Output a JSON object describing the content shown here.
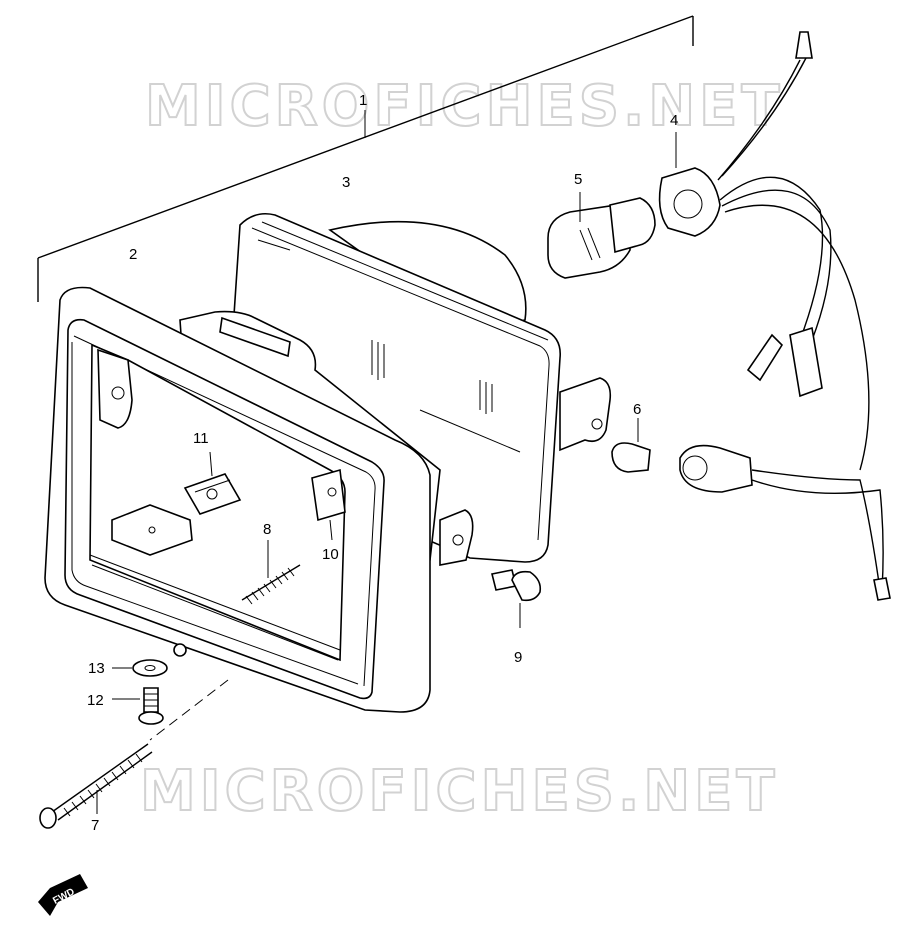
{
  "watermark": {
    "text": "MICROFICHES.NET"
  },
  "callouts": {
    "c1": "1",
    "c2": "2",
    "c3": "3",
    "c4": "4",
    "c5": "5",
    "c6": "6",
    "c7": "7",
    "c8": "8",
    "c9": "9",
    "c10": "10",
    "c11": "11",
    "c12": "12",
    "c13": "13"
  },
  "direction_badge": {
    "label": "FWD"
  },
  "colors": {
    "line": "#000000",
    "watermark": "#d2d2d2",
    "background": "#ffffff"
  }
}
